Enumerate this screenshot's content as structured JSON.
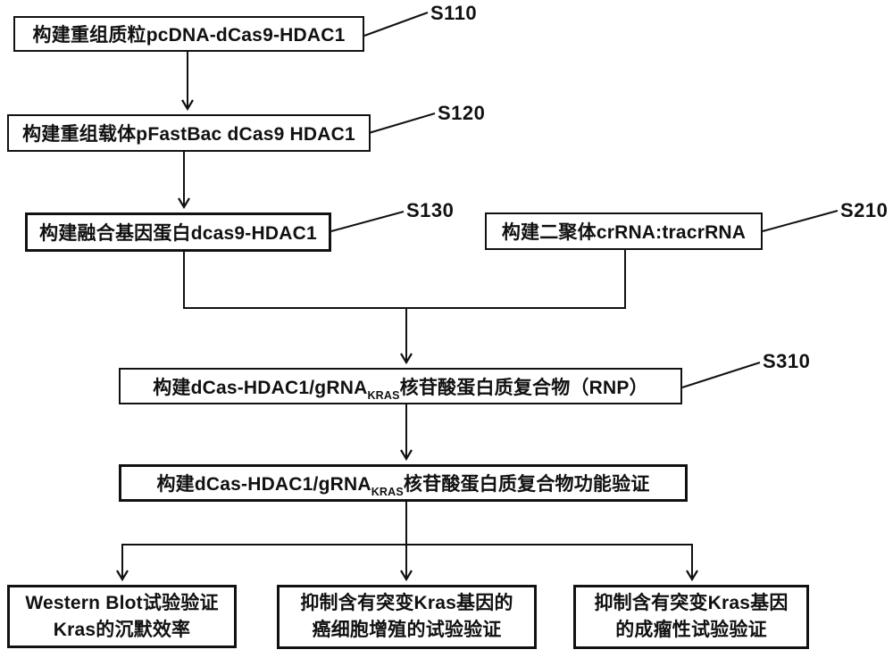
{
  "colors": {
    "ink": "#111111",
    "background": "#ffffff"
  },
  "boxes": {
    "s110": {
      "text": "构建重组质粒pcDNA-dCas9-HDAC1",
      "step": "S110"
    },
    "s120": {
      "text": "构建重组载体pFastBac dCas9 HDAC1",
      "step": "S120"
    },
    "s130": {
      "text": "构建融合基因蛋白dcas9-HDAC1",
      "step": "S130"
    },
    "s210": {
      "text": "构建二聚体crRNA:tracrRNA",
      "step": "S210"
    },
    "s310": {
      "text_prefix": "构建dCas-HDAC1/gRNA",
      "text_subscript": "KRAS",
      "text_suffix": "核苷酸蛋白质复合物（RNP）",
      "step": "S310"
    },
    "function_verify": {
      "text_prefix": "构建dCas-HDAC1/gRNA",
      "text_subscript": "KRAS",
      "text_suffix": "核苷酸蛋白质复合物功能验证"
    },
    "western_blot": {
      "line1": "Western Blot试验验证",
      "line2": "Kras的沉默效率"
    },
    "cancer_proliferation": {
      "line1": "抑制含有突变Kras基因的",
      "line2": "癌细胞增殖的试验验证"
    },
    "tumorigenicity": {
      "line1": "抑制含有突变Kras基因",
      "line2": "的成瘤性试验验证"
    }
  }
}
